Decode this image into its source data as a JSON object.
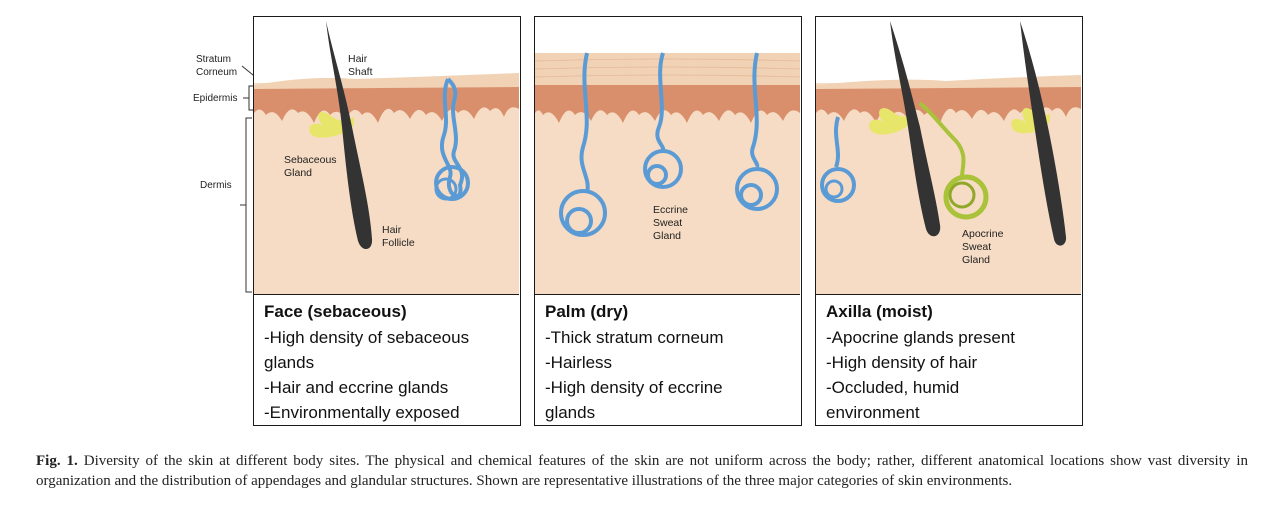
{
  "side_labels": {
    "stratum": "Stratum\nCorneum",
    "epidermis": "Epidermis",
    "dermis": "Dermis"
  },
  "panels": [
    {
      "title": "Face (sebaceous)",
      "lines": [
        "-High density of sebaceous",
        "glands",
        "-Hair and eccrine glands",
        "-Environmentally exposed"
      ],
      "labels": {
        "hair_shaft": "Hair\nShaft",
        "sebaceous_gland": "Sebaceous\nGland",
        "hair_follicle": "Hair\nFollicle"
      }
    },
    {
      "title": "Palm (dry)",
      "lines": [
        "-Thick stratum corneum",
        "-Hairless",
        "-High density of eccrine",
        "glands"
      ],
      "labels": {
        "eccrine_gland": "Eccrine\nSweat\nGland"
      }
    },
    {
      "title": "Axilla (moist)",
      "lines": [
        "-Apocrine glands present",
        "-High density of hair",
        "-Occluded, humid",
        "environment"
      ],
      "labels": {
        "apocrine_gland": "Apocrine\nSweat\nGland"
      }
    }
  ],
  "figure_caption": {
    "label": "Fig. 1.",
    "text": "Diversity of the skin at different body sites. The physical and chemical features of the skin are not uniform across the body; rather, different anatomical locations show vast diversity in organization and the distribution of appendages and glandular structures. Shown are representative illustrations of the three major categories of skin environments."
  },
  "colors": {
    "dermis": "#f6dcc4",
    "epidermis": "#d98f6c",
    "stratum": "#f1d2b4",
    "eccrine": "#5b9bd5",
    "sebaceous": "#e8e66a",
    "apocrine": "#a9c23a",
    "hair": "#333333"
  }
}
